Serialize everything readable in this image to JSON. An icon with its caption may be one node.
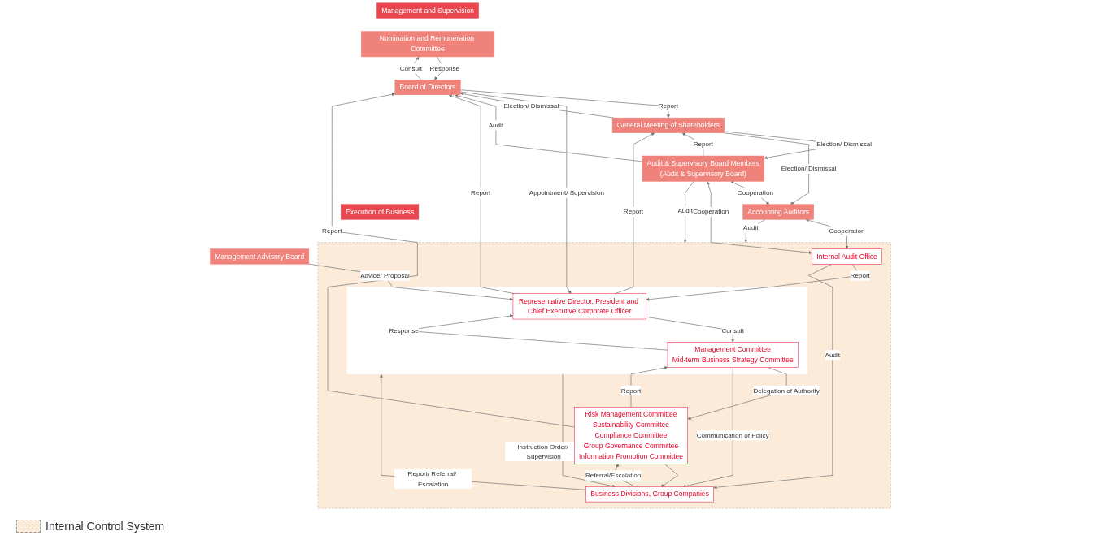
{
  "diagram": {
    "nodes": [
      {
        "text": [
          "Management and Supervision"
        ]
      },
      {
        "text": [
          "General Meeting of Shareholders"
        ]
      },
      {
        "text": [
          "Nomination and Remuneration Committee"
        ]
      },
      {
        "text": [
          "Board of Directors"
        ]
      },
      {
        "text": [
          "Audit & Supervisory Board Members",
          "(Audit & Supervisory Board)"
        ]
      },
      {
        "text": [
          "Accounting Auditors"
        ]
      },
      {
        "text": [
          "Execution of Business"
        ]
      },
      {
        "text": [
          "Management Advisory Board"
        ]
      },
      {
        "text": [],
        "shape": "box"
      },
      {
        "text": [],
        "shape": "box",
        "in": 8
      },
      {
        "text": [
          "Representative Director, President and Chief Executive Corporate Officer"
        ],
        "in": 9
      },
      {
        "text": [
          "Management Committee",
          "Mid-term Business Strategy Committee"
        ],
        "in": 9
      },
      {
        "text": [
          "Internal Audit Office"
        ],
        "in": 8
      },
      {
        "text": [
          "Risk Management Committee",
          "Sustainability Committee",
          "Compliance Committee",
          "Group Governance Committee",
          "Information Promotion Committee"
        ],
        "in": 8
      },
      {
        "text": [
          "Business Divisions, Group Companies"
        ],
        "in": 8
      }
    ],
    "edges": [
      {
        "from": 1,
        "to": 3,
        "arrow": "to",
        "label": "Election/ Dismissal"
      },
      {
        "from": 3,
        "to": 1,
        "arrow": "to",
        "label": "Report"
      },
      {
        "from": 1,
        "to": 4,
        "arrow": "to",
        "label": "Election/ Dismissal"
      },
      {
        "from": 4,
        "to": 1,
        "arrow": "to",
        "label": "Report"
      },
      {
        "from": 1,
        "to": 5,
        "arrow": "to",
        "label": "Election/ Dismissal"
      },
      {
        "from": 3,
        "to": 2,
        "arrow": "to",
        "label": "Consult"
      },
      {
        "from": 2,
        "to": 3,
        "arrow": "to",
        "label": "Response"
      },
      {
        "from": 4,
        "to": 3,
        "arrow": "to",
        "label": "Audit"
      },
      {
        "from": 4,
        "to": 5,
        "arrow": "both",
        "label": "Cooperation"
      },
      {
        "from": 10,
        "to": 1,
        "arrow": "to",
        "label": "Report"
      },
      {
        "from": 3,
        "to": 10,
        "arrow": "to",
        "label": "Appointment/ Supervision"
      },
      {
        "from": 10,
        "to": 3,
        "arrow": "to",
        "label": "Report"
      },
      {
        "from": 4,
        "to": 8,
        "arrow": "to",
        "label": "Audit"
      },
      {
        "from": 5,
        "to": 8,
        "arrow": "to",
        "label": "Audit"
      },
      {
        "from": 4,
        "to": 12,
        "arrow": "both",
        "label": "Cooperation"
      },
      {
        "from": 5,
        "to": 12,
        "arrow": "both",
        "label": "Cooperation"
      },
      {
        "from": 7,
        "to": 10,
        "arrow": "to",
        "label": "Advice/ Proposal"
      },
      {
        "from": 12,
        "to": 10,
        "arrow": "to",
        "label": "Report"
      },
      {
        "from": 13,
        "to": 3,
        "arrow": "to",
        "label": "Report"
      },
      {
        "from": 10,
        "to": 11,
        "arrow": "to",
        "label": "Consult"
      },
      {
        "from": 11,
        "to": 10,
        "arrow": "to",
        "label": "Response"
      },
      {
        "from": 11,
        "to": 13,
        "arrow": "to",
        "label": "Delegation of Authority"
      },
      {
        "from": 13,
        "to": 11,
        "arrow": "to",
        "label": "Report"
      },
      {
        "from": 9,
        "to": 14,
        "arrow": "to",
        "label": "Instruction Order/ Supervision"
      },
      {
        "from": 14,
        "to": 9,
        "arrow": "to",
        "label": "Report/ Referral/ Escalation"
      },
      {
        "from": 11,
        "to": 14,
        "arrow": "to",
        "label": "Communication of Policy"
      },
      {
        "from": 13,
        "to": 14,
        "arrow": "to"
      },
      {
        "from": 14,
        "to": 13,
        "arrow": "to",
        "label": "Referral/Escalation"
      },
      {
        "from": 12,
        "to": 14,
        "arrow": "to",
        "label": "Audit"
      }
    ],
    "legend": [
      {
        "text": "Internal Control System",
        "color": "#fcebd9"
      }
    ]
  }
}
